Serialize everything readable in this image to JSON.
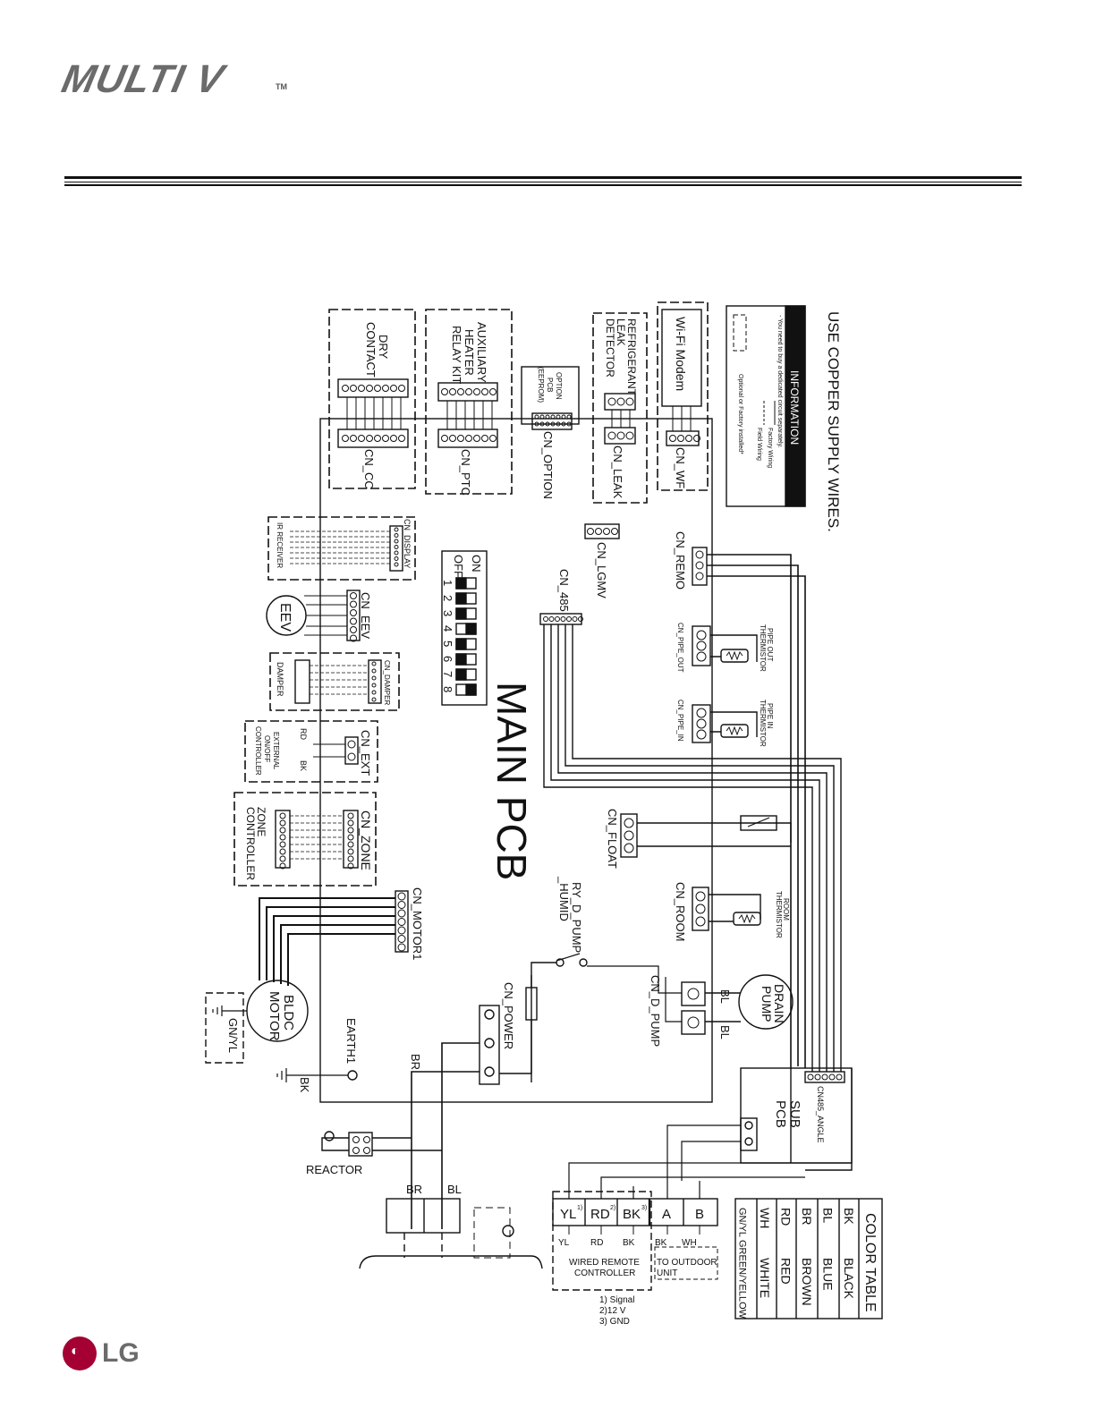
{
  "header": {
    "brand": "MULTI V",
    "trademark": "TM"
  },
  "footer": {
    "brand": "LG"
  },
  "diagram": {
    "use_copper": "USE COPPER SUPPLY WIRES.",
    "information": {
      "title": "INFORMATION",
      "note": "- You need to buy a dedicated circuit separately.",
      "factory": "Factory Wiring",
      "field": "Field Wiring",
      "optional": "Optional or Factory installed*"
    },
    "main_pcb": "MAIN PCB",
    "components": {
      "dry_contact_1": "DRY",
      "dry_contact_2": "CONTACT",
      "aux_1": "AUXILIARY",
      "aux_2": "HEATER",
      "aux_3": "RELAY KIT",
      "option_1": "OPTION",
      "option_2": "PCB",
      "option_3": "(EEPROM)",
      "leak_1": "REFRIGERANT",
      "leak_2": "LEAK",
      "leak_3": "DETECTOR",
      "wifi": "Wi-Fi Modem",
      "ir_receiver": "IR RECEIVER",
      "eev": "EEV",
      "damper": "DAMPER",
      "ext_1": "EXTERNAL",
      "ext_2": "ON/OFF",
      "ext_3": "CONTROLLER",
      "zone_1": "ZONE",
      "zone_2": "CONTROLLER",
      "bldc_1": "BLDC",
      "bldc_2": "MOTOR",
      "drain_1": "DRAIN",
      "drain_2": "PUMP",
      "pipe_out_1": "PIPE OUT",
      "pipe_out_2": "THERMISTOR",
      "pipe_in_1": "PIPE IN",
      "pipe_in_2": "THERMISTOR",
      "room_1": "ROOM",
      "room_2": "THERMISTOR",
      "sub_1": "SUB",
      "sub_2": "PCB",
      "reactor": "REACTOR",
      "earth": "EARTH1"
    },
    "connectors": {
      "cc": "CN_CC",
      "ptc": "CN_PTC",
      "option": "CN_OPTION",
      "leak": "CN_LEAK",
      "wf": "CN_WF",
      "display": "CN_DISPLAY",
      "eev": "CN_EEV",
      "damper": "CN_DAMPER",
      "ext": "CN_EXT",
      "zone": "CN_ZONE",
      "motor": "CN_MOTOR1",
      "lgmv": "CN_LGMV",
      "remo": "CN_REMO",
      "c485": "CN_485",
      "pipe_out": "CN_PIPE_OUT",
      "pipe_in": "CN_PIPE_IN",
      "float": "CN_FLOAT",
      "room": "CN_ROOM",
      "d_pump": "CN_D_PUMP",
      "power": "CN_POWER",
      "angle": "CN485_ANGLE",
      "relay_1": "RY_D_PUMP",
      "relay_2": "_HUMID"
    },
    "dip": {
      "on": "ON",
      "off": "OFF",
      "numbers": [
        "1",
        "2",
        "3",
        "4",
        "5",
        "6",
        "7",
        "8"
      ],
      "off_positions": [
        1,
        2,
        3,
        5,
        6,
        7
      ]
    },
    "wire_labels": {
      "rd": "RD",
      "bk": "BK",
      "br": "BR",
      "bl": "BL",
      "gnyl": "GN/YL"
    },
    "terminals": {
      "yl": "YL",
      "rd": "RD",
      "bk": "BK",
      "a": "A",
      "b": "B",
      "sup1": "1)",
      "sup2": "2)",
      "sup3": "3)",
      "under_yl": "YL",
      "under_rd": "RD",
      "under_bk": "BK",
      "under_bk2": "BK",
      "under_wh": "WH",
      "wired_1": "WIRED REMOTE",
      "wired_2": "CONTROLLER",
      "outdoor_1": "TO OUTDOOR",
      "outdoor_2": "UNIT",
      "note_1": "1) Signal",
      "note_2": "2)12 V",
      "note_3": "3) GND"
    },
    "color_table": {
      "title": "COLOR TABLE",
      "rows": [
        {
          "code": "BK",
          "name": "BLACK"
        },
        {
          "code": "BL",
          "name": "BLUE"
        },
        {
          "code": "BR",
          "name": "BROWN"
        },
        {
          "code": "RD",
          "name": "RED"
        },
        {
          "code": "WH",
          "name": "WHITE"
        },
        {
          "code": "GN/YL",
          "name": "GREEN/YELLOW"
        }
      ]
    }
  }
}
